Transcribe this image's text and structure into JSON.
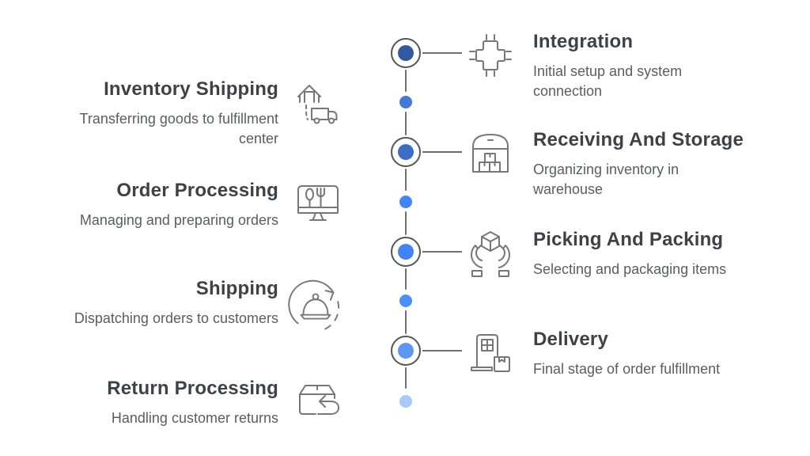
{
  "left_items": [
    {
      "title": "Inventory Shipping",
      "description": "Transferring goods to fulfillment center",
      "icon": "warehouse-truck-icon"
    },
    {
      "title": "Order Processing",
      "description": "Managing and preparing orders",
      "icon": "order-monitor-icon"
    },
    {
      "title": "Shipping",
      "description": "Dispatching orders to customers",
      "icon": "serving-cloche-cycle-icon"
    },
    {
      "title": "Return Processing",
      "description": "Handling customer returns",
      "icon": "return-box-icon"
    }
  ],
  "right_items": [
    {
      "title": "Integration",
      "description": "Initial setup and system connection",
      "icon": "connector-icon"
    },
    {
      "title": "Receiving And Storage",
      "description": "Organizing inventory in warehouse",
      "icon": "warehouse-icon"
    },
    {
      "title": "Picking And Packing",
      "description": "Selecting and packaging items",
      "icon": "hands-box-icon"
    },
    {
      "title": "Delivery",
      "description": "Final stage of order fulfillment",
      "icon": "doorstep-delivery-icon"
    }
  ],
  "timeline": {
    "node_colors": [
      "#3458A0",
      "#3D6CC4",
      "#4183F0",
      "#5E97F3"
    ],
    "dot_colors": [
      "#4679D2",
      "#4285F4",
      "#4D8FF7",
      "#A9C8FB"
    ],
    "line_color": "#6e6e6e",
    "node_ring_color": "#565656"
  },
  "colors": {
    "background": "#ffffff",
    "title": "#3e4145",
    "description": "#5a5d60",
    "icon_stroke": "#777777"
  }
}
